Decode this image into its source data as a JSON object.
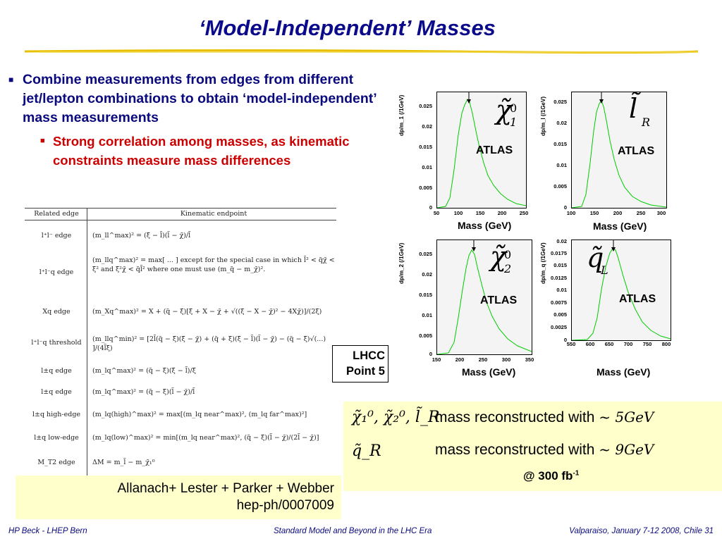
{
  "slide": {
    "title": "‘Model-Independent’ Masses",
    "bullet1": "Combine measurements from edges from different jet/lepton combinations to obtain ‘model-independent’ mass measurements",
    "bullet2": "Strong correlation among masses, as kinematic constraints measure mass differences",
    "accent_color": "#cc0000",
    "text_color": "#0a0a7e"
  },
  "table": {
    "headers": [
      "Related edge",
      "Kinematic endpoint"
    ],
    "rows": [
      {
        "edge": "l⁺l⁻ edge",
        "endpoint": "(m_ll^max)² = (ξ̃ − l̃)(l̃ − χ̃)/l̃"
      },
      {
        "edge": "l⁺l⁻q edge",
        "endpoint": "(m_llq^max)² = max[ ... ] except for the special case in which l̃² < q̃χ̃ < ξ̃² and ξ̃²χ̃ < q̃l̃² where one must use (m_q̃ − m_χ̃)²."
      },
      {
        "edge": "Xq edge",
        "endpoint": "(m_Xq^max)² = X + (q̃ − ξ̃)[ξ̃ + X − χ̃ + √((ξ̃ − X − χ̃)² − 4Xχ̃)]/(2ξ̃)"
      },
      {
        "edge": "l⁺l⁻q threshold",
        "endpoint": "(m_llq^min)² = [2l̃(q̃ − ξ̃)(ξ̃ − χ̃) + (q̃ + ξ̃)(ξ̃ − l̃)(l̃ − χ̃) − (q̃ − ξ̃)√(...) ]/(4l̃ξ̃)"
      },
      {
        "edge": "l±q edge",
        "endpoint": "(m_lq^max)² = (q̃ − ξ̃)(ξ̃ − l̃)/ξ̃"
      },
      {
        "edge": "l±q edge",
        "endpoint": "(m_lq^max)² = (q̃ − ξ̃)(l̃ − χ̃)/l̃"
      },
      {
        "edge": "l±q high-edge",
        "endpoint": "(m_lq(high)^max)² = max[(m_lq near^max)², (m_lq far^max)²]"
      },
      {
        "edge": "l±q low-edge",
        "endpoint": "(m_lq(low)^max)² = min[(m_lq near^max)², (q̃ − ξ̃)(l̃ − χ̃)/(2l̃ − χ̃)]"
      },
      {
        "edge": "M_T2 edge",
        "endpoint": "ΔM = m_l̃ − m_χ̃₁⁰"
      }
    ]
  },
  "reference": {
    "line1": "Allanach+ Lester + Parker + Webber",
    "line2": "hep-ph/0007009"
  },
  "lhcc": {
    "line1": "LHCC",
    "line2": "Point 5"
  },
  "plots": [
    {
      "id": "chi1",
      "symbol": "χ̃",
      "sup": "0",
      "sub": "1",
      "ylabel": "dp/m_1 (/1GeV)",
      "xlabel": "Mass (GeV)",
      "atlas": "ATLAS",
      "xticks": [
        "50",
        "100",
        "150",
        "200",
        "250"
      ],
      "yticks": [
        "0.025",
        "0.02",
        "0.015",
        "0.01",
        "0.005",
        "0"
      ],
      "color": "#00cc00"
    },
    {
      "id": "lR",
      "symbol": "l̃",
      "sup": "",
      "sub": "R",
      "ylabel": "dp/m_l (/1GeV)",
      "xlabel": "Mass (GeV)",
      "atlas": "ATLAS",
      "xticks": [
        "100",
        "150",
        "200",
        "250",
        "300"
      ],
      "yticks": [
        "0.025",
        "0.02",
        "0.015",
        "0.01",
        "0.005",
        "0"
      ],
      "color": "#00cc00"
    },
    {
      "id": "chi2",
      "symbol": "χ̃",
      "sup": "0",
      "sub": "2",
      "ylabel": "dp/m_2 (/1GeV)",
      "xlabel": "Mass (GeV)",
      "atlas": "ATLAS",
      "xticks": [
        "150",
        "200",
        "250",
        "300",
        "350"
      ],
      "yticks": [
        "0.025",
        "0.02",
        "0.015",
        "0.01",
        "0.005",
        "0"
      ],
      "color": "#00cc00"
    },
    {
      "id": "qL",
      "symbol": "q̃",
      "sup": "",
      "sub": "L",
      "ylabel": "dp/m_q (/1GeV)",
      "xlabel": "Mass (GeV)",
      "atlas": "ATLAS",
      "xticks": [
        "550",
        "600",
        "650",
        "700",
        "750",
        "800"
      ],
      "yticks": [
        "0.02",
        "0.0175",
        "0.015",
        "0.0125",
        "0.01",
        "0.0075",
        "0.005",
        "0.0025",
        "0"
      ],
      "color": "#00cc00"
    }
  ],
  "results": {
    "line1_syms": "χ̃₁⁰, χ̃₂⁰, l̃_R",
    "line1_text": "mass reconstructed with",
    "line1_val": "~ 5GeV",
    "line2_syms": "q̃_R",
    "line2_text": "mass reconstructed with",
    "line2_val": "~ 9GeV",
    "lumi": "@ 300 fb",
    "lumi_sup": "-1"
  },
  "footer": {
    "left": "HP Beck - LHEP Bern",
    "center": "Standard Model and Beyond in the LHC Era",
    "right": "Valparaiso, January 7-12 2008, Chile  31"
  }
}
